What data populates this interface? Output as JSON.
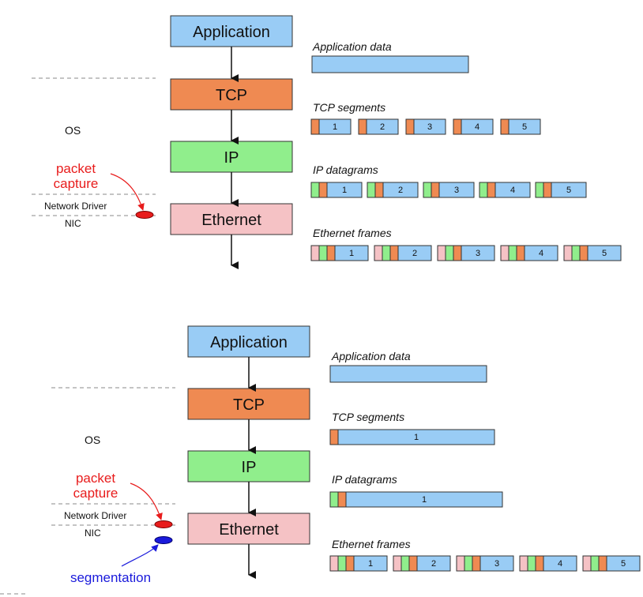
{
  "panels": [
    {
      "stack": {
        "application": "Application",
        "tcp": "TCP",
        "ip": "IP",
        "ethernet": "Ethernet"
      },
      "side": {
        "os": "OS",
        "packet_capture_line1": "packet",
        "packet_capture_line2": "capture",
        "network_driver": "Network Driver",
        "nic": "NIC"
      },
      "rows": {
        "application_data": "Application data",
        "tcp_segments": "TCP segments",
        "ip_datagrams": "IP datagrams",
        "ethernet_frames": "Ethernet frames"
      },
      "tcp_segment_numbers": [
        "1",
        "2",
        "3",
        "4",
        "5"
      ],
      "ip_datagram_numbers": [
        "1",
        "2",
        "3",
        "4",
        "5"
      ],
      "ethernet_frame_numbers": [
        "1",
        "2",
        "3",
        "4",
        "5"
      ]
    },
    {
      "stack": {
        "application": "Application",
        "tcp": "TCP",
        "ip": "IP",
        "ethernet": "Ethernet"
      },
      "side": {
        "os": "OS",
        "packet_capture_line1": "packet",
        "packet_capture_line2": "capture",
        "network_driver": "Network Driver",
        "nic": "NIC",
        "segmentation": "segmentation"
      },
      "rows": {
        "application_data": "Application data",
        "tcp_segments": "TCP segments",
        "ip_datagrams": "IP datagrams",
        "ethernet_frames": "Ethernet frames"
      },
      "tcp_segment_numbers": [
        "1"
      ],
      "ip_datagram_numbers": [
        "1"
      ],
      "ethernet_frame_numbers": [
        "1",
        "2",
        "3",
        "4",
        "5"
      ]
    }
  ],
  "colors": {
    "application": "#99ccf5",
    "tcp": "#ef8a52",
    "ip": "#90ee8c",
    "ethernet": "#f5c2c5",
    "red": "#e81c1c",
    "blue": "#1a1adb",
    "dash": "#888888"
  }
}
